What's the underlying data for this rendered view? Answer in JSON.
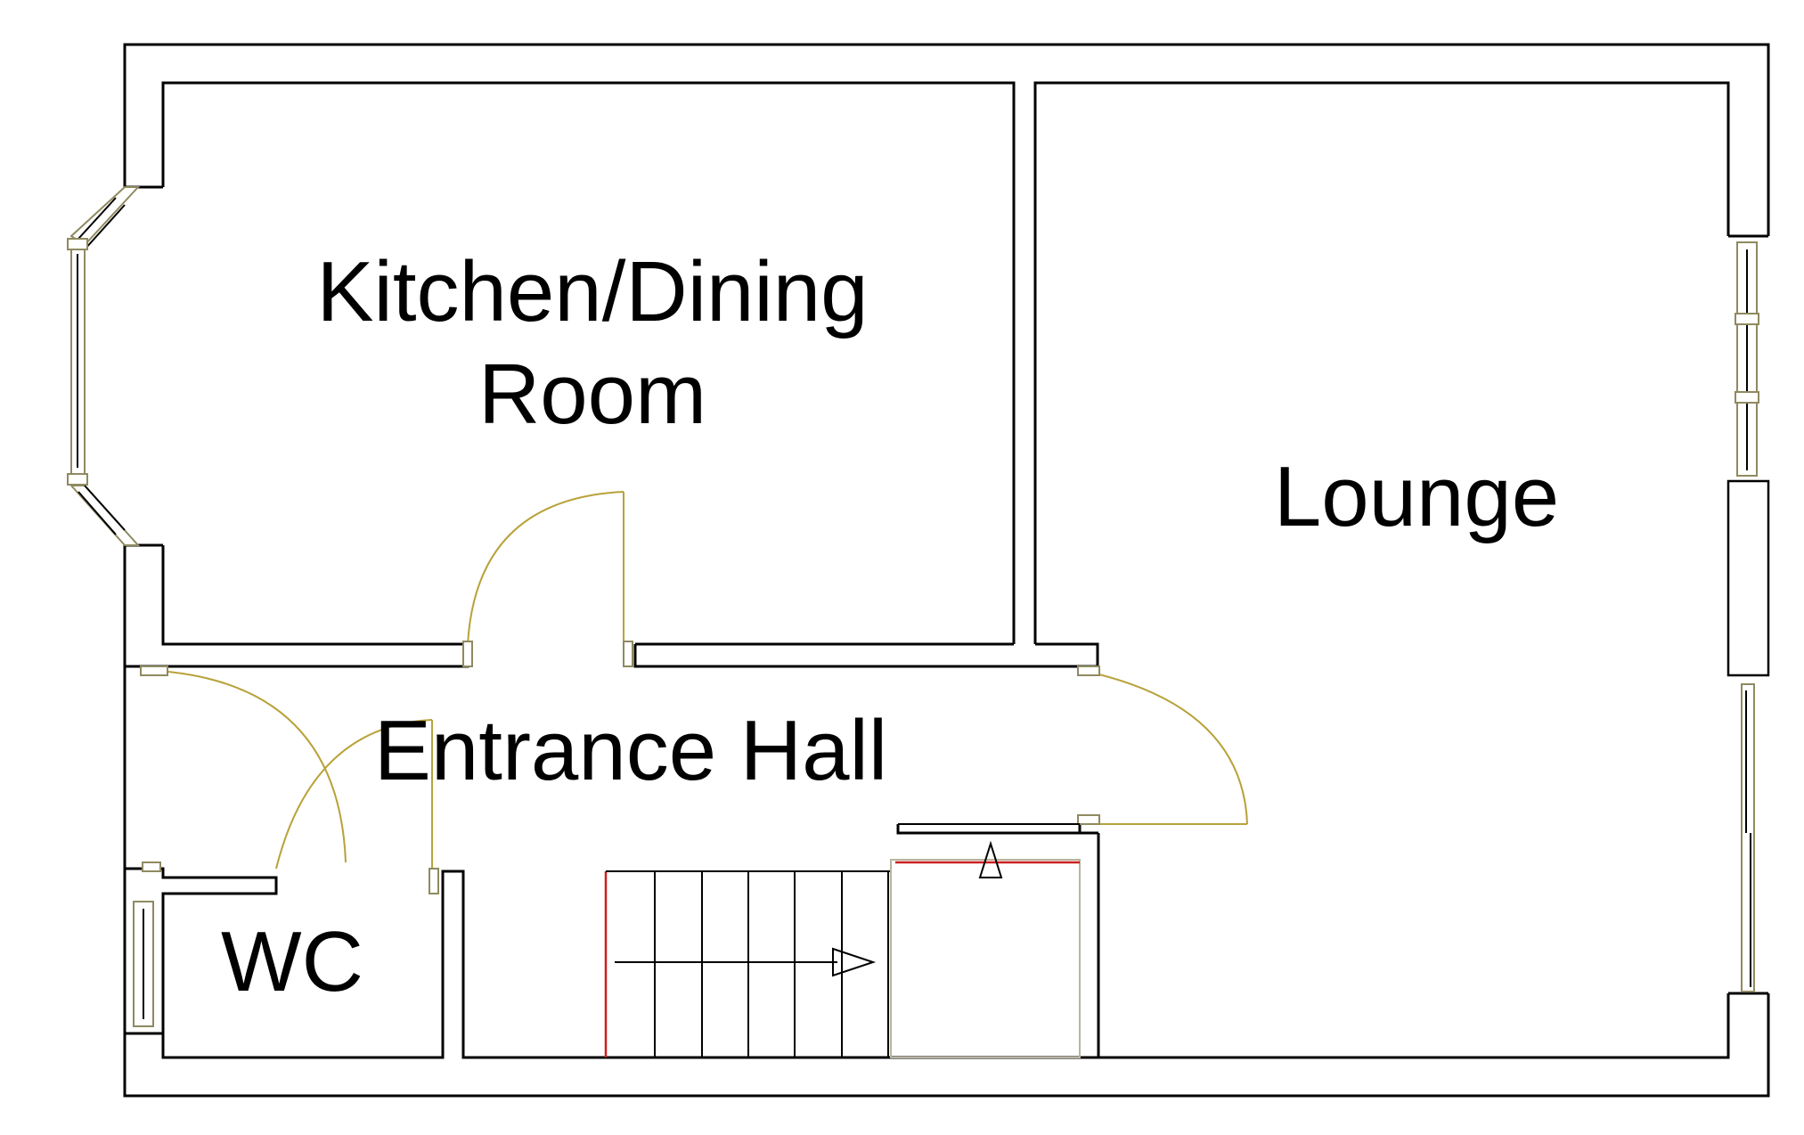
{
  "plan": {
    "rooms": [
      {
        "id": "kitchen",
        "lines": [
          "Kitchen/Dining",
          "Room"
        ]
      },
      {
        "id": "lounge",
        "lines": [
          "Lounge"
        ]
      },
      {
        "id": "hall",
        "lines": [
          "Entrance Hall"
        ]
      },
      {
        "id": "wc",
        "lines": [
          "WC"
        ]
      }
    ]
  }
}
